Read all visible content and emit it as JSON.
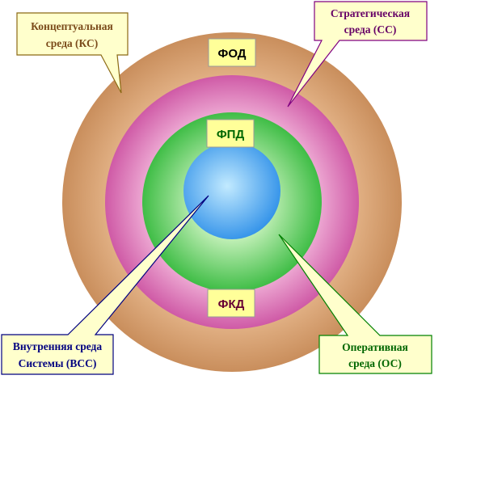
{
  "rings": [
    {
      "key": "kc",
      "color_outer": "#c98e5c",
      "color_inner": "#f2c8a0"
    },
    {
      "key": "cc",
      "color_outer": "#cf5aa6",
      "color_inner": "#f6c0e0"
    },
    {
      "key": "oc",
      "color_outer": "#3fbd46",
      "color_inner": "#c3f0b8"
    },
    {
      "key": "vcc",
      "color_outer": "#2d8fe8",
      "color_inner": "#c2eaff"
    }
  ],
  "badges": {
    "fod": {
      "label": "ФОД",
      "text_color": "#000000",
      "bg": "#ffff99"
    },
    "fpd": {
      "label": "ФПД",
      "text_color": "#006600",
      "bg": "#ffff99"
    },
    "fkd": {
      "label": "ФКД",
      "text_color": "#660033",
      "bg": "#ffff99"
    }
  },
  "callouts": {
    "kc": {
      "lines": [
        "Концептуальная",
        "среда (КС)"
      ],
      "text_color": "#7a4a1a",
      "border": "#8b6914",
      "bg": "#ffffcc"
    },
    "cc": {
      "lines": [
        "Стратегическая",
        "среда (СС)"
      ],
      "text_color": "#660066",
      "border": "#800080",
      "bg": "#ffffcc"
    },
    "vcc": {
      "lines": [
        "Внутренняя среда",
        "Системы (ВСС)"
      ],
      "text_color": "#000080",
      "border": "#000080",
      "bg": "#ffffcc"
    },
    "oc": {
      "lines": [
        "Оперативная",
        "среда (ОС)"
      ],
      "text_color": "#006600",
      "border": "#008000",
      "bg": "#ffffcc"
    }
  }
}
